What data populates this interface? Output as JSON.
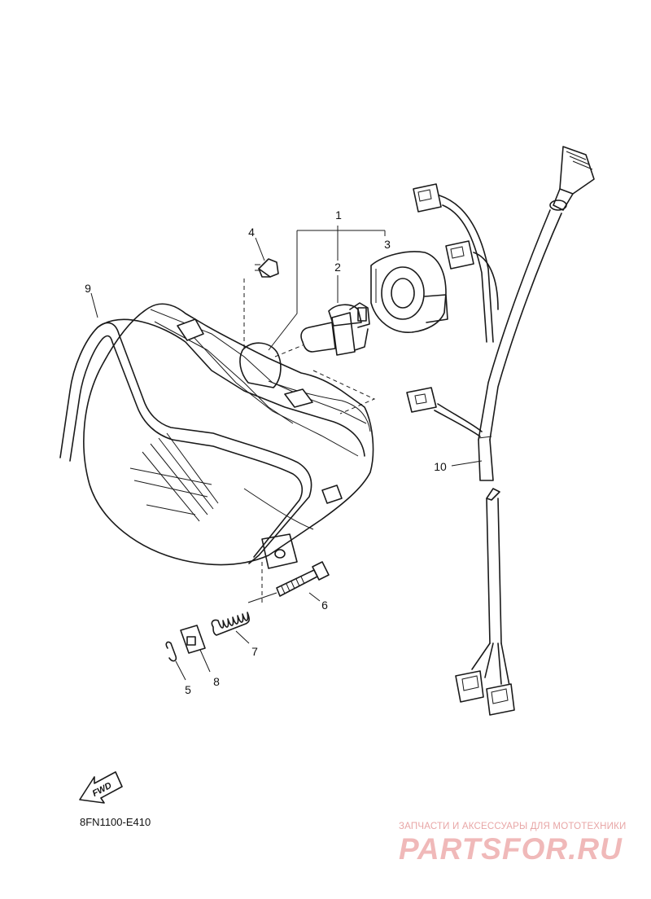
{
  "diagram": {
    "part_code": "8FN1100-E410",
    "fwd_label": "FWD",
    "callouts": [
      {
        "id": "1",
        "label": "1"
      },
      {
        "id": "2",
        "label": "2"
      },
      {
        "id": "3",
        "label": "3"
      },
      {
        "id": "4",
        "label": "4"
      },
      {
        "id": "5",
        "label": "5"
      },
      {
        "id": "6",
        "label": "6"
      },
      {
        "id": "7",
        "label": "7"
      },
      {
        "id": "8",
        "label": "8"
      },
      {
        "id": "9",
        "label": "9"
      },
      {
        "id": "10",
        "label": "10"
      }
    ]
  },
  "watermark": {
    "tagline": "ЗАПЧАСТИ И АКСЕССУАРЫ ДЛЯ МОТОТЕХНИКИ",
    "brand": "PARTSFOR.RU",
    "color": "#f0b9b9"
  }
}
